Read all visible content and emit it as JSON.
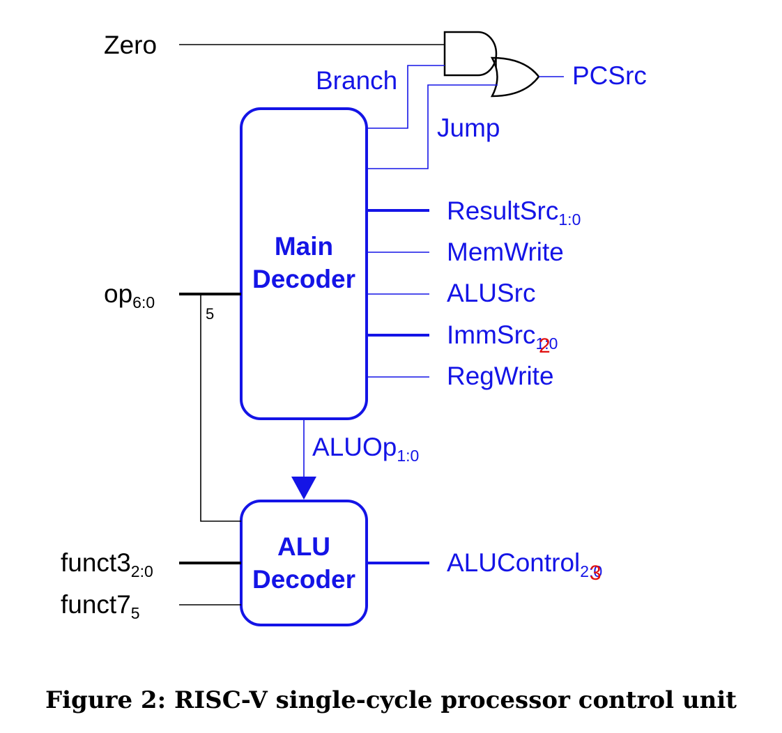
{
  "colors": {
    "blue": "#1414e6",
    "black": "#000000",
    "red": "#e01010"
  },
  "inputs": {
    "zero": "Zero",
    "op": {
      "main": "op",
      "sub": "6:0"
    },
    "op_width": "5",
    "funct3": {
      "main": "funct3",
      "sub": "2:0"
    },
    "funct7": {
      "main": "funct7",
      "sub": "5"
    }
  },
  "internal": {
    "branch": "Branch",
    "jump": "Jump",
    "aluop": {
      "main": "ALUOp",
      "sub": "1:0"
    }
  },
  "blocks": {
    "main_decoder": {
      "line1": "Main",
      "line2": "Decoder"
    },
    "alu_decoder": {
      "line1": "ALU",
      "line2": "Decoder"
    }
  },
  "outputs": {
    "pcsrc": "PCSrc",
    "resultsrc": {
      "main": "ResultSrc",
      "sub": "1:0"
    },
    "memwrite": "MemWrite",
    "alusrc": "ALUSrc",
    "immsrc": {
      "main": "ImmSrc",
      "sub": "1:0",
      "correction": "2"
    },
    "regwrite": "RegWrite",
    "alucontrol": {
      "main": "ALUControl",
      "sub": "2:0",
      "correction": "3"
    }
  },
  "caption": "Figure 2: RISC-V single-cycle processor control unit"
}
